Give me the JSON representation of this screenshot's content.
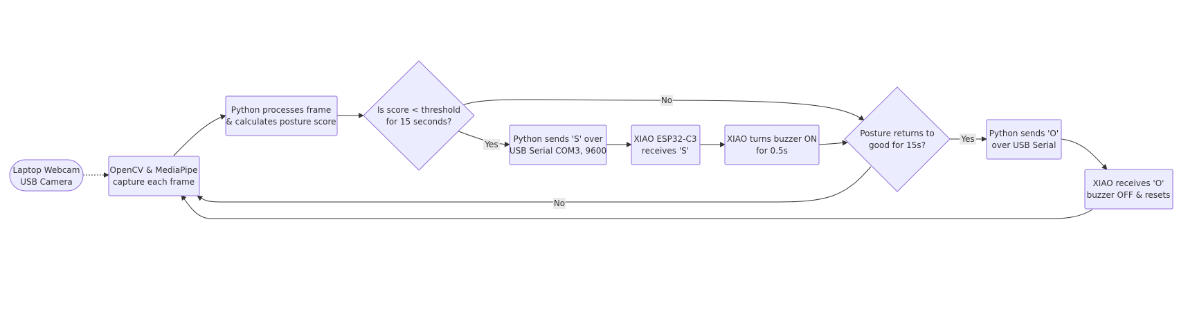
{
  "nodes": {
    "webcam": {
      "lines": [
        "Laptop Webcam",
        "USB Camera"
      ]
    },
    "opencv": {
      "lines": [
        "OpenCV & MediaPipe",
        "capture each frame"
      ]
    },
    "python": {
      "lines": [
        "Python processes frame",
        "& calculates posture score"
      ]
    },
    "decision1": {
      "lines": [
        "Is score < threshold",
        "for 15 seconds?"
      ]
    },
    "sendS": {
      "lines": [
        "Python sends 'S' over",
        "USB Serial COM3, 9600"
      ]
    },
    "receiveS": {
      "lines": [
        "XIAO ESP32-C3",
        "receives 'S'"
      ]
    },
    "buzzerOn": {
      "lines": [
        "XIAO turns buzzer ON",
        "for 0.5s"
      ]
    },
    "decision2": {
      "lines": [
        "Posture returns to",
        "good for 15s?"
      ]
    },
    "sendO": {
      "lines": [
        "Python sends 'O'",
        "over USB Serial"
      ]
    },
    "receiveO": {
      "lines": [
        "XIAO receives 'O'",
        "buzzer OFF & resets"
      ]
    }
  },
  "edge_labels": {
    "d1_no": "No",
    "d1_yes": "Yes",
    "d2_yes": "Yes",
    "d2_no": "No"
  },
  "colors": {
    "node_fill": "#ECECFF",
    "node_stroke": "#9370DB",
    "edge": "#333333",
    "text": "#333333"
  }
}
